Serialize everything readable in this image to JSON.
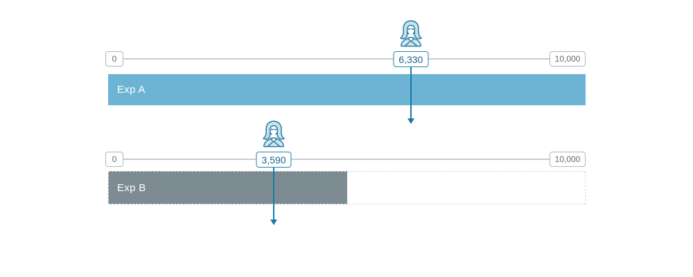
{
  "diagram": {
    "scale": {
      "min_label": "0",
      "max_label": "10,000"
    },
    "rows": [
      {
        "label": "Exp A",
        "marker_value": "6,330",
        "marker_pct": 63.4,
        "bar_pct": 100,
        "bar_color": "#6db4d4"
      },
      {
        "label": "Exp B",
        "marker_value": "3,590",
        "marker_pct": 34.7,
        "bar_pct": 50,
        "bar_color": "#7d8b92"
      }
    ],
    "icons": {
      "marker": "person-icon"
    },
    "colors": {
      "accent_arrow": "#1879a7",
      "value_box_border": "#2383ad",
      "value_box_text": "#16688f",
      "endpoint_border": "#aeb6bb",
      "endpoint_text": "#606b73",
      "track": "#c6cbce",
      "dashed_outline": "#d4dadd",
      "bar_label_text": "#ffffff",
      "icon_stroke": "#2b7ba2",
      "icon_hair_fill": "#c7e1ee",
      "icon_body_fill": "#cfe7f1"
    }
  },
  "chart_data": {
    "type": "bar",
    "categories": [
      "Exp A",
      "Exp B"
    ],
    "values": [
      6330,
      3590
    ],
    "series": [
      {
        "name": "marker_value",
        "values": [
          6330,
          3590
        ]
      },
      {
        "name": "bar_fill_fraction",
        "values": [
          1.0,
          0.5
        ]
      }
    ],
    "xlabel": "",
    "ylabel": "",
    "xlim": [
      0,
      10000
    ],
    "annotations": [
      "6,330",
      "3,590"
    ],
    "legend": "none",
    "grid": false
  }
}
